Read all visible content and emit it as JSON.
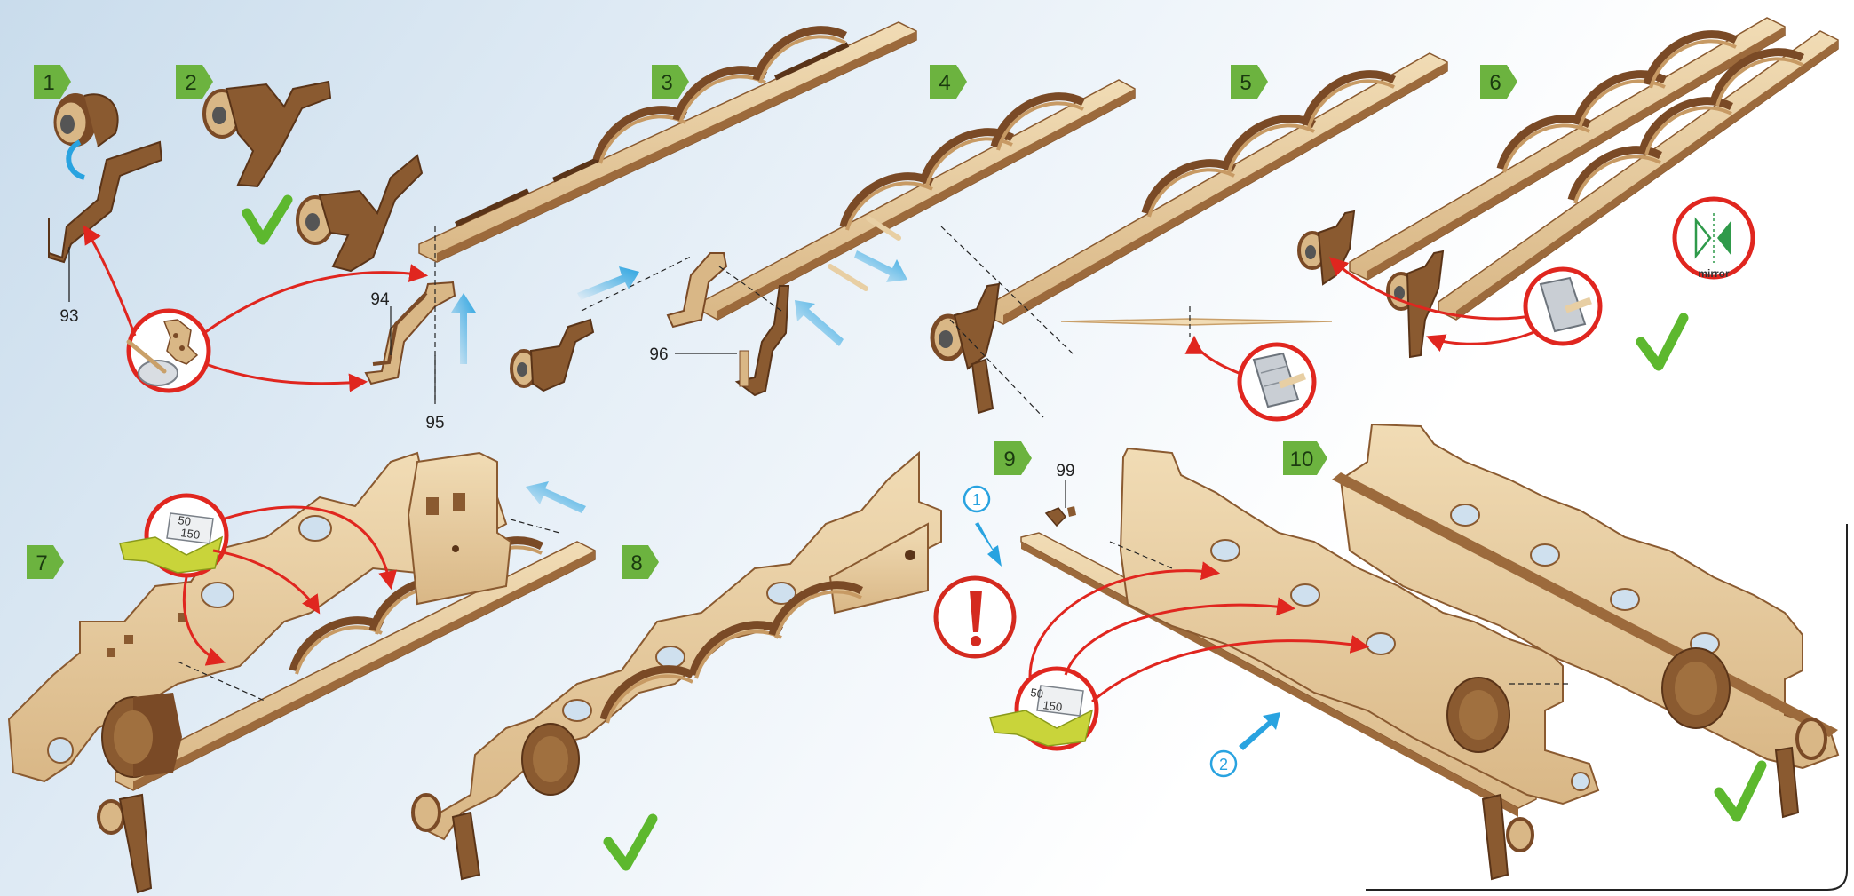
{
  "steps": [
    {
      "label": "1"
    },
    {
      "label": "2"
    },
    {
      "label": "3"
    },
    {
      "label": "4"
    },
    {
      "label": "5"
    },
    {
      "label": "6"
    },
    {
      "label": "7"
    },
    {
      "label": "8"
    },
    {
      "label": "9"
    },
    {
      "label": "10"
    }
  ],
  "part_numbers": {
    "p93": "93",
    "p94": "94",
    "p95": "95",
    "p96": "96",
    "p99": "99"
  },
  "order_markers": {
    "first": "1",
    "second": "2"
  },
  "sandpaper_grit": {
    "step7_a": "50",
    "step7_b": "150",
    "step9_a": "50",
    "step9_b": "150"
  },
  "mirror_icon": {
    "label": "mirror"
  },
  "colors": {
    "step_badge": "#6cb33f",
    "wood_light": "#e8cfa4",
    "wood_dark": "#7a4a26",
    "arrow_red": "#e0261f",
    "arrow_blue": "#29a3e0",
    "check_green": "#5db82e",
    "warning_red": "#d42a1f"
  },
  "icons": [
    "glue-brush-icon",
    "sandpaper-icon",
    "knife-icon",
    "mirror-icon",
    "warning-icon",
    "check-icon"
  ]
}
